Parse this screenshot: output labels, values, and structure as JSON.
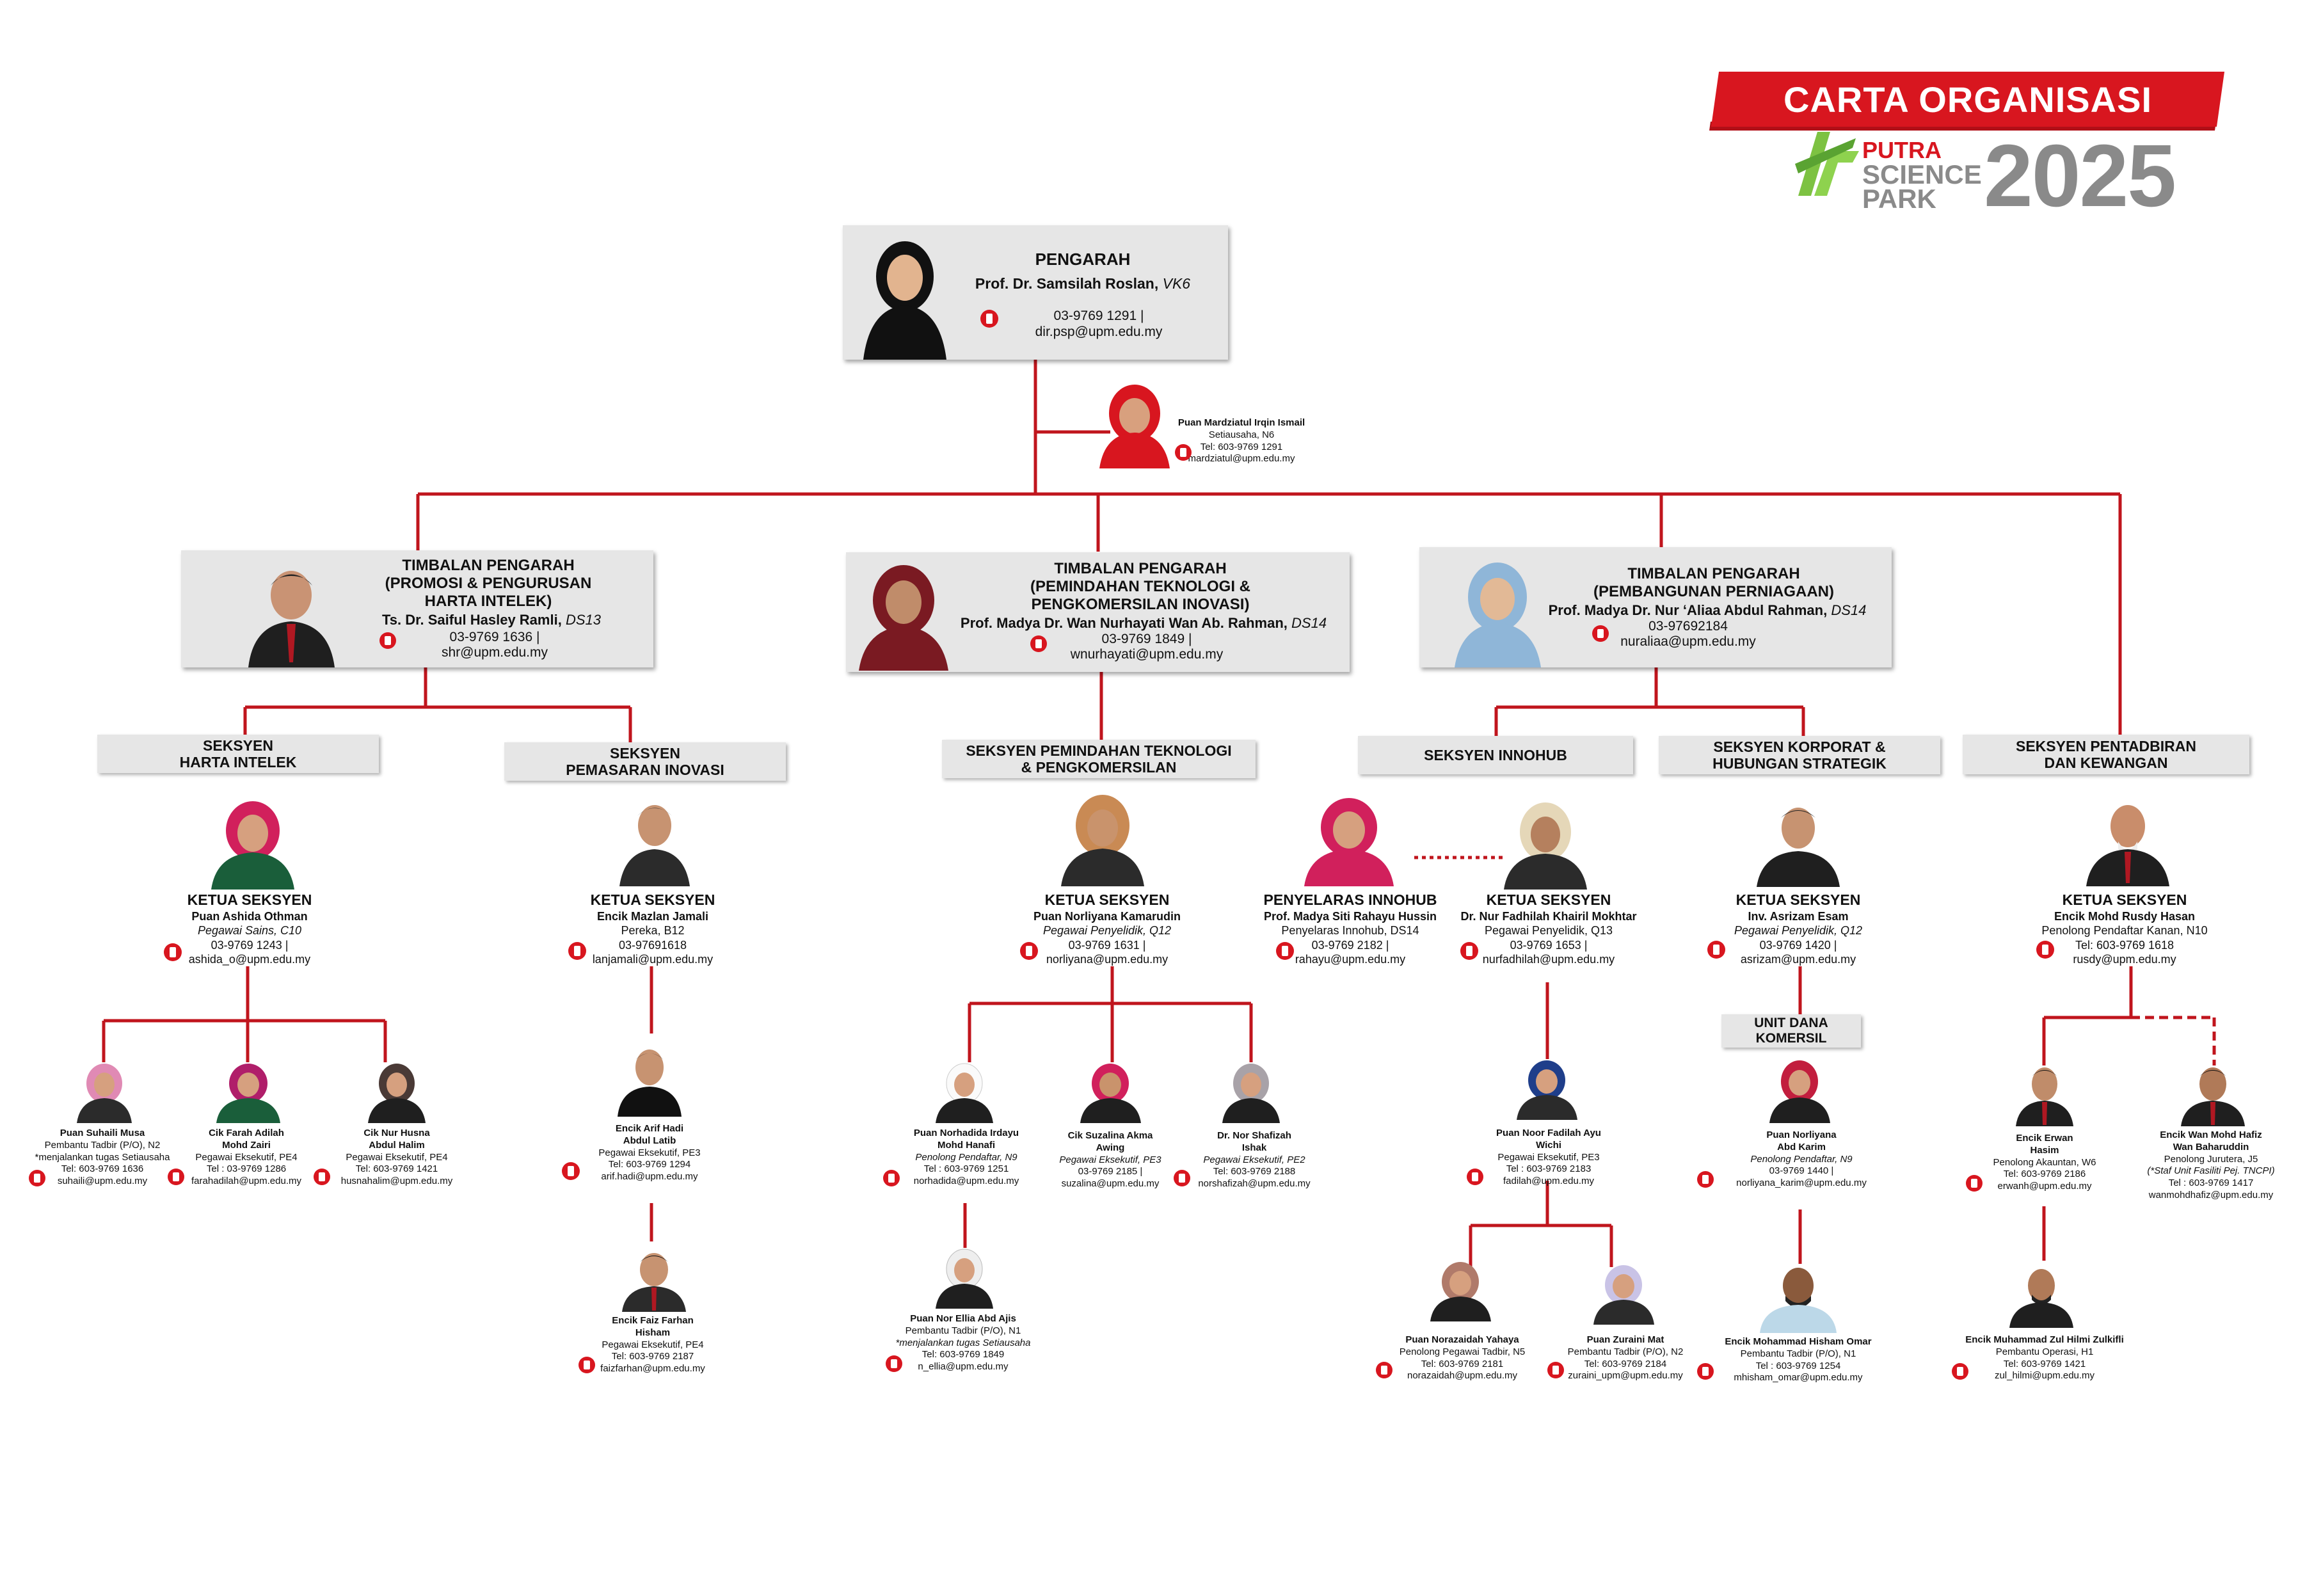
{
  "header": {
    "title": "CARTA ORGANISASI",
    "logo_line1": "PUTRA",
    "logo_line2": "SCIENCE",
    "logo_line3": "PARK",
    "year": "2025"
  },
  "colors": {
    "accent": "#d8161f",
    "box": "#e6e6e6",
    "logo_green": "#7dc242",
    "grey_text": "#8a8a8a"
  },
  "director": {
    "role": "PENGARAH",
    "name": "Prof. Dr. Samsilah Roslan,",
    "grade": "VK6",
    "phone": "03-9769 1291 |",
    "email": "dir.psp@upm.edu.my"
  },
  "secretary": {
    "name": "Puan Mardziatul Irqin Ismail",
    "title": "Setiausaha, N6",
    "phone": "Tel: 603-9769 1291",
    "email": "mardziatul@upm.edu.my"
  },
  "deputies": [
    {
      "role1": "TIMBALAN PENGARAH",
      "role2": "(PROMOSI & PENGURUSAN",
      "role3": "HARTA INTELEK)",
      "name": "Ts. Dr. Saiful Hasley Ramli,",
      "grade": "DS13",
      "phone": "03-9769  1636 |",
      "email": "shr@upm.edu.my"
    },
    {
      "role1": "TIMBALAN PENGARAH",
      "role2": "(PEMINDAHAN TEKNOLOGI &",
      "role3": "PENGKOMERSILAN INOVASI)",
      "name": "Prof. Madya Dr. Wan Nurhayati Wan Ab. Rahman,",
      "grade": "DS14",
      "phone": "03-9769  1849 |",
      "email": "wnurhayati@upm.edu.my"
    },
    {
      "role1": "TIMBALAN PENGARAH",
      "role2": "(PEMBANGUNAN PERNIAGAAN)",
      "role3": "",
      "name": "Prof. Madya Dr. Nur ‘Aliaa Abdul Rahman,",
      "grade": "DS14",
      "phone": "03-97692184",
      "email": "nuraliaa@upm.edu.my"
    }
  ],
  "sections": {
    "s1": {
      "l1": "SEKSYEN",
      "l2": "HARTA INTELEK"
    },
    "s2": {
      "l1": "SEKSYEN",
      "l2": "PEMASARAN INOVASI"
    },
    "s3": {
      "l1": "SEKSYEN  PEMINDAHAN TEKNOLOGI",
      "l2": "& PENGKOMERSILAN"
    },
    "s4": {
      "l1": "SEKSYEN INNOHUB",
      "l2": ""
    },
    "s5": {
      "l1": "SEKSYEN KORPORAT &",
      "l2": "HUBUNGAN STRATEGIK"
    },
    "s6": {
      "l1": "SEKSYEN PENTADBIRAN",
      "l2": "DAN KEWANGAN"
    },
    "unit": {
      "l1": "UNIT DANA",
      "l2": "KOMERSIL"
    }
  },
  "heads": [
    {
      "role": "KETUA SEKSYEN",
      "name": "Puan Ashida Othman",
      "title": "Pegawai Sains, C10",
      "phone": "03-9769 1243 |",
      "email": "ashida_o@upm.edu.my"
    },
    {
      "role": "KETUA SEKSYEN",
      "name": "Encik Mazlan Jamali",
      "title": "Pereka, B12",
      "phone": "03-97691618",
      "email": "lanjamali@upm.edu.my"
    },
    {
      "role": "KETUA SEKSYEN",
      "name": "Puan Norliyana Kamarudin",
      "title": "Pegawai Penyelidik, Q12",
      "phone": "03-9769 1631 |",
      "email": "norliyana@upm.edu.my"
    },
    {
      "role": "PENYELARAS INNOHUB",
      "name": "Prof. Madya Siti Rahayu Hussin",
      "title": "Penyelaras Innohub, DS14",
      "phone": "03-9769 2182 |",
      "email": "rahayu@upm.edu.my"
    },
    {
      "role": "KETUA SEKSYEN",
      "name": "Dr. Nur Fadhilah Khairil Mokhtar",
      "title": "Pegawai Penyelidik, Q13",
      "phone": "03-9769 1653 |",
      "email": "nurfadhilah@upm.edu.my"
    },
    {
      "role": "KETUA SEKSYEN",
      "name": "Inv. Asrizam Esam",
      "title": "Pegawai Penyelidik, Q12",
      "phone": "03-9769 1420 |",
      "email": "asrizam@upm.edu.my"
    },
    {
      "role": "KETUA SEKSYEN",
      "name": "Encik Mohd Rusdy Hasan",
      "title": "Penolong Pendaftar Kanan, N10",
      "phone": "Tel: 603-9769 1618",
      "email": "rusdy@upm.edu.my"
    }
  ],
  "staff": {
    "suhaili": {
      "n1": "Puan Suhaili Musa",
      "n2": "",
      "t1": "Pembantu Tadbir (P/O), N2",
      "t2": "*menjalankan tugas Setiausaha",
      "phone": "Tel: 603-9769 1636",
      "email": "suhaili@upm.edu.my"
    },
    "farah": {
      "n1": "Cik Farah Adilah",
      "n2": "Mohd Zairi",
      "t1": "Pegawai Eksekutif, PE4",
      "t2": "",
      "phone": "Tel : 03-9769 1286",
      "email": "farahadilah@upm.edu.my"
    },
    "husna": {
      "n1": "Cik Nur Husna",
      "n2": "Abdul Halim",
      "t1": "Pegawai Eksekutif, PE4",
      "t2": "",
      "phone": "Tel: 603-9769 1421",
      "email": "husnahalim@upm.edu.my"
    },
    "arif": {
      "n1": "Encik Arif Hadi",
      "n2": "Abdul Latib",
      "t1": "Pegawai Eksekutif, PE3",
      "t2": "",
      "phone": "Tel: 603-9769 1294",
      "email": "arif.hadi@upm.edu.my"
    },
    "faiz": {
      "n1": "Encik Faiz Farhan",
      "n2": "Hisham",
      "t1": "Pegawai Eksekutif, PE4",
      "t2": "",
      "phone": "Tel: 603-9769 2187",
      "email": "faizfarhan@upm.edu.my"
    },
    "norhadida": {
      "n1": "Puan Norhadida Irdayu",
      "n2": "Mohd Hanafi",
      "t1": "Penolong Pendaftar, N9",
      "t2": "",
      "phone": "Tel : 603-9769 1251",
      "email": "norhadida@upm.edu.my"
    },
    "suzalina": {
      "n1": "Cik Suzalina Akma",
      "n2": "Awing",
      "t1": "Pegawai Eksekutif, PE3",
      "t2": "",
      "phone": "03-9769 2185 |",
      "email": "suzalina@upm.edu.my"
    },
    "shafizah": {
      "n1": "Dr. Nor Shafizah",
      "n2": "Ishak",
      "t1": "Pegawai Eksekutif, PE2",
      "t2": "",
      "phone": "Tel: 603-9769 2188",
      "email": "norshafizah@upm.edu.my"
    },
    "ellia": {
      "n1": "Puan Nor Ellia Abd Ajis",
      "n2": "",
      "t1": "Pembantu Tadbir (P/O), N1",
      "t2": "*menjalankan tugas Setiausaha",
      "phone": "Tel: 603-9769 1849",
      "email": "n_ellia@upm.edu.my"
    },
    "fadilah": {
      "n1": "Puan Noor Fadilah Ayu",
      "n2": "Wichi",
      "t1": "Pegawai Eksekutif, PE3",
      "t2": "",
      "phone": "Tel : 603-9769 2183",
      "email": "fadilah@upm.edu.my"
    },
    "norazaidah": {
      "n1": "Puan Norazaidah Yahaya",
      "n2": "",
      "t1": "Penolong Pegawai Tadbir, N5",
      "t2": "",
      "phone": "Tel: 603-9769 2181",
      "email": "norazaidah@upm.edu.my"
    },
    "zuraini": {
      "n1": "Puan Zuraini Mat",
      "n2": "",
      "t1": "Pembantu Tadbir (P/O), N2",
      "t2": "",
      "phone": "Tel: 603-9769 2184",
      "email": "zuraini_upm@upm.edu.my"
    },
    "norliyanak": {
      "n1": "Puan Norliyana",
      "n2": "Abd Karim",
      "t1": "Penolong Pendaftar, N9",
      "t2": "",
      "phone": "03-9769 1440 |",
      "email": "norliyana_karim@upm.edu.my"
    },
    "hisham": {
      "n1": "Encik Mohammad Hisham Omar",
      "n2": "",
      "t1": "Pembantu Tadbir (P/O), N1",
      "t2": "",
      "phone": "Tel : 603-9769 1254",
      "email": "mhisham_omar@upm.edu.my"
    },
    "erwan": {
      "n1": "Encik Erwan",
      "n2": "Hasim",
      "t1": "Penolong Akauntan, W6",
      "t2": "",
      "phone": "Tel: 603-9769 2186",
      "email": "erwanh@upm.edu.my"
    },
    "hafiz": {
      "n1": "Encik Wan Mohd Hafiz",
      "n2": "Wan Baharuddin",
      "t1": "Penolong Jurutera, J5",
      "t2": "(*Staf Unit Fasiliti Pej. TNCPI)",
      "phone": "Tel : 603-9769 1417",
      "email": "wanmohdhafiz@upm.edu.my"
    },
    "zul": {
      "n1": "Encik Muhammad Zul Hilmi Zulkifli",
      "n2": "",
      "t1": "Pembantu Operasi, H1",
      "t2": "",
      "phone": "Tel: 603-9769 1421",
      "email": "zul_hilmi@upm.edu.my"
    }
  }
}
